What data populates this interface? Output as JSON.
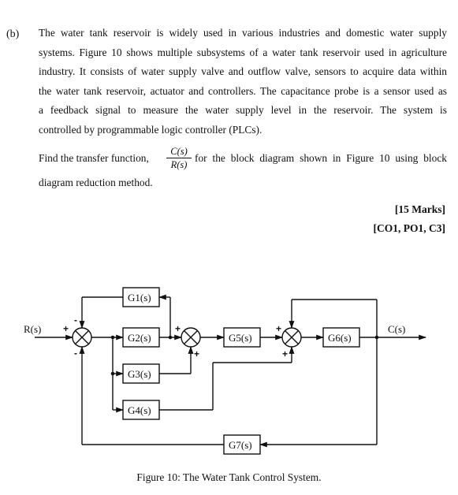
{
  "question": {
    "label": "(b)",
    "paragraph_lines": [
      "The water tank reservoir is widely used in various industries and domestic water supply",
      "systems. Figure 10 shows multiple subsystems of a water tank reservoir used in agriculture",
      "industry. It consists of water supply valve and outflow valve, sensors to acquire data within",
      "the water tank reservoir, actuator and controllers. The capacitance probe is a sensor used as",
      "a feedback signal to measure the water supply level in the reservoir. The system is",
      "controlled by programmable logic controller (PLCs)."
    ],
    "find_prefix": "Find the transfer function,",
    "fraction_numerator": "C(s)",
    "fraction_denominator": "R(s)",
    "find_suffix": "for the block diagram shown in Figure 10 using block",
    "find_line2": "diagram reduction method.",
    "marks": "[15 Marks]",
    "outcomes": "[CO1, PO1, C3]"
  },
  "diagram": {
    "input_label": "R(s)",
    "output_label": "C(s)",
    "blocks": {
      "g1": "G1(s)",
      "g2": "G2(s)",
      "g3": "G3(s)",
      "g4": "G4(s)",
      "g5": "G5(s)",
      "g6": "G6(s)",
      "g7": "G7(s)"
    },
    "signs": {
      "sj1_left": "+",
      "sj1_top": "-",
      "sj1_bottom": "-",
      "sj2_top": "+",
      "sj2_bottom": "+",
      "sj3_top": "+",
      "sj3_bottom": "+"
    },
    "caption": "Figure 10: The Water Tank Control System."
  }
}
